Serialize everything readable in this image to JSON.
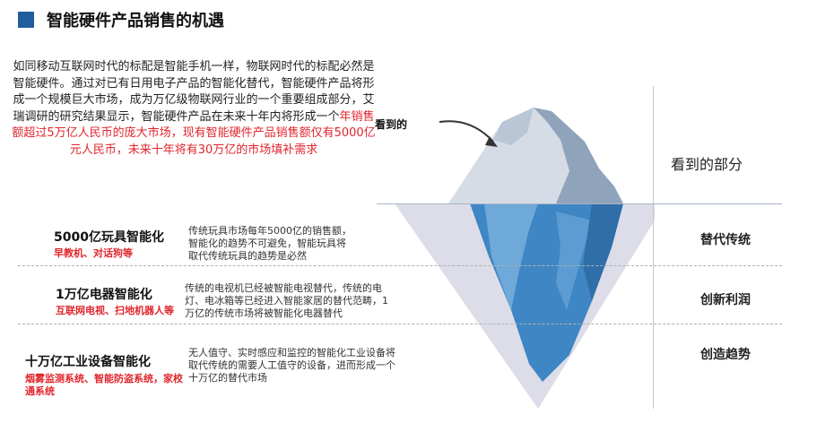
{
  "header": {
    "title": "智能硬件产品销售的机遇"
  },
  "intro": {
    "text_plain": "如同移动互联网时代的标配是智能手机一样，物联网时代的标配必然是智能硬件。通过对已有日用电子产品的智能化替代，智能硬件产品将形成一个规模巨大市场，成为万亿级物联网行业的一个重要组成部分，艾瑞调研的研究结果显示，智能硬件产品在未来十年内将形成一个",
    "text_highlight": "年销售额超过5万亿人民币的庞大市场，现有智能硬件产品销售额仅有5000亿元人民币，未来十年将有30万亿的市场填补需求"
  },
  "iceberg": {
    "seen_label": "看到的",
    "seen_part": "看到的部分"
  },
  "rows": [
    {
      "title": "5000亿玩具智能化",
      "sub": "早教机、对话狗等",
      "desc": "传统玩具市场每年5000亿的销售额，智能化的趋势不可避免，智能玩具将取代传统玩具的趋势是必然",
      "right": "替代传统"
    },
    {
      "title": "1万亿电器智能化",
      "sub": "互联网电视、扫地机器人等",
      "desc": "传统的电视机已经被智能电视替代，传统的电灯、电冰箱等已经进入智能家居的替代范畴，1万亿的传统市场将被智能化电器替代",
      "right": "创新利润"
    },
    {
      "title": "十万亿工业设备智能化",
      "sub": "烟雾监测系统、智能防盗系统，家校通系统",
      "desc": "无人值守、实时感应和监控的智能化工业设备将取代传统的需要人工值守的设备，进而形成一个十万亿的替代市场",
      "right": "创造趋势"
    }
  ],
  "colors": {
    "accent": "#1f5d9e",
    "highlight": "#e0262d",
    "ice_top": "#a8b8cc",
    "water": "#dcdde8",
    "ice_under": "#3f86c4"
  }
}
